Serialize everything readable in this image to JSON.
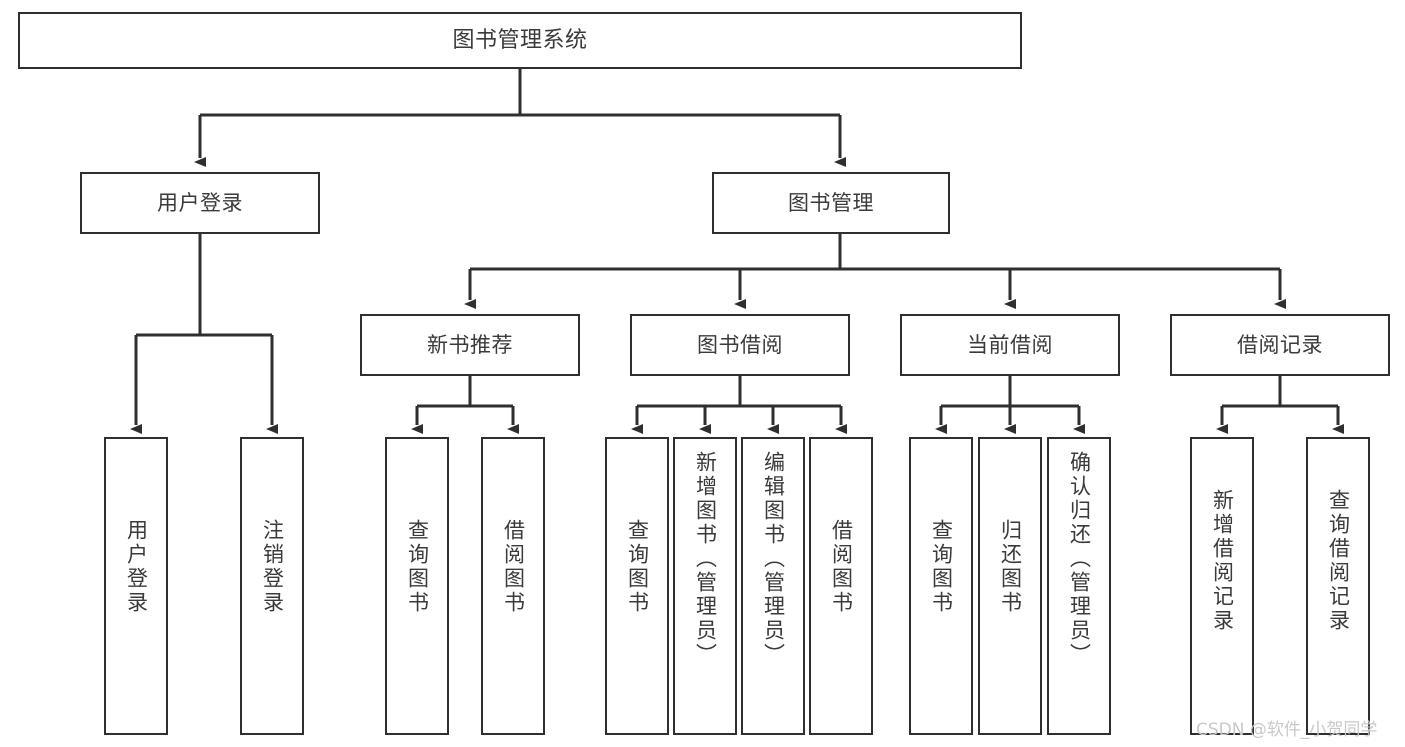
{
  "diagram": {
    "title": "图书管理系统",
    "type": "function-structure-tree",
    "root": {
      "label": "图书管理系统"
    },
    "level1": [
      {
        "label": "用户登录"
      },
      {
        "label": "图书管理"
      }
    ],
    "level2": [
      {
        "label": "新书推荐"
      },
      {
        "label": "图书借阅"
      },
      {
        "label": "当前借阅"
      },
      {
        "label": "借阅记录"
      }
    ],
    "leaves": {
      "user_login": [
        {
          "label": "用户登录"
        },
        {
          "label": "注销登录"
        }
      ],
      "new_book_recommend": [
        {
          "label": "查询图书"
        },
        {
          "label": "借阅图书"
        }
      ],
      "book_borrow": [
        {
          "label": "查询图书"
        },
        {
          "label": "新增图书（管理员）"
        },
        {
          "label": "编辑图书（管理员）"
        },
        {
          "label": "借阅图书"
        }
      ],
      "current_borrow": [
        {
          "label": "查询图书"
        },
        {
          "label": "归还图书"
        },
        {
          "label": "确认归还（管理员）"
        }
      ],
      "borrow_record": [
        {
          "label": "新增借阅记录"
        },
        {
          "label": "查询借阅记录"
        }
      ]
    }
  },
  "watermark": {
    "text": "CSDN @软件_小贺同学"
  },
  "colors": {
    "stroke": "#2f2f2f",
    "text": "#3a3a3a",
    "background": "#ffffff",
    "watermark": "#c9c9c9"
  }
}
